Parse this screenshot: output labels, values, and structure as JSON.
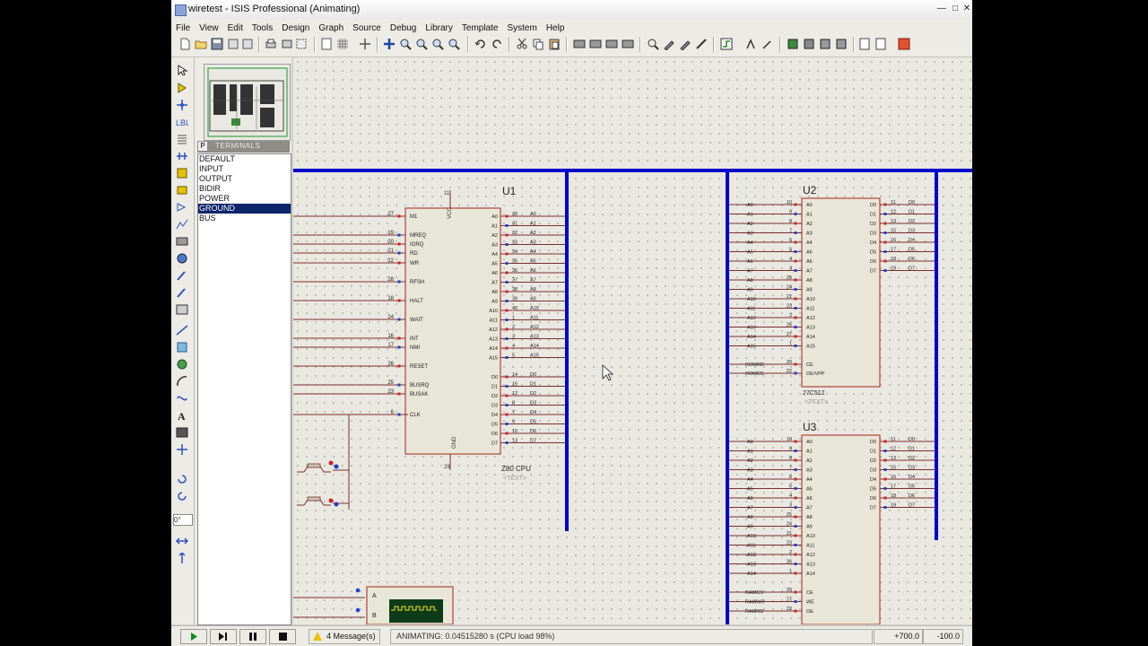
{
  "window": {
    "title": "wiretest - ISIS Professional (Animating)",
    "controls": [
      "minimize-icon",
      "maximize-icon",
      "close-icon"
    ]
  },
  "menu": [
    "File",
    "View",
    "Edit",
    "Tools",
    "Design",
    "Graph",
    "Source",
    "Debug",
    "Library",
    "Template",
    "System",
    "Help"
  ],
  "panel": {
    "mode_button": "P",
    "header": "TERMINALS",
    "items": [
      "DEFAULT",
      "INPUT",
      "OUTPUT",
      "BIDIR",
      "POWER",
      "GROUND",
      "BUS"
    ],
    "selected": "GROUND",
    "rotation_value": "0°"
  },
  "schematic": {
    "u1": {
      "ref": "U1",
      "part": "Z80 CPU",
      "text": "<TEXT>",
      "vcc_label": "VCC",
      "gnd_label": "GND",
      "vcc_pin": "11",
      "gnd_pin": "29",
      "left_pins": [
        {
          "num": "27",
          "name": "M1"
        },
        {
          "num": "19",
          "name": "MREQ"
        },
        {
          "num": "20",
          "name": "IORQ"
        },
        {
          "num": "21",
          "name": "RD"
        },
        {
          "num": "22",
          "name": "WR"
        },
        {
          "num": "28",
          "name": "RFSH"
        },
        {
          "num": "18",
          "name": "HALT"
        },
        {
          "num": "24",
          "name": "WAIT"
        },
        {
          "num": "16",
          "name": "INT"
        },
        {
          "num": "17",
          "name": "NMI"
        },
        {
          "num": "26",
          "name": "RESET"
        },
        {
          "num": "25",
          "name": "BUSRQ"
        },
        {
          "num": "23",
          "name": "BUSAK"
        },
        {
          "num": "6",
          "name": "CLK"
        }
      ],
      "addr_pins": [
        {
          "num": "30",
          "name": "A0"
        },
        {
          "num": "31",
          "name": "A1"
        },
        {
          "num": "32",
          "name": "A2"
        },
        {
          "num": "33",
          "name": "A3"
        },
        {
          "num": "34",
          "name": "A4"
        },
        {
          "num": "35",
          "name": "A5"
        },
        {
          "num": "36",
          "name": "A6"
        },
        {
          "num": "37",
          "name": "A7"
        },
        {
          "num": "38",
          "name": "A8"
        },
        {
          "num": "39",
          "name": "A9"
        },
        {
          "num": "40",
          "name": "A10"
        },
        {
          "num": "1",
          "name": "A11"
        },
        {
          "num": "2",
          "name": "A12"
        },
        {
          "num": "3",
          "name": "A13"
        },
        {
          "num": "4",
          "name": "A14"
        },
        {
          "num": "5",
          "name": "A15"
        }
      ],
      "data_pins": [
        {
          "num": "14",
          "name": "D0"
        },
        {
          "num": "15",
          "name": "D1"
        },
        {
          "num": "12",
          "name": "D2"
        },
        {
          "num": "8",
          "name": "D3"
        },
        {
          "num": "7",
          "name": "D4"
        },
        {
          "num": "9",
          "name": "D5"
        },
        {
          "num": "10",
          "name": "D6"
        },
        {
          "num": "13",
          "name": "D7"
        }
      ]
    },
    "u2": {
      "ref": "U2",
      "part": "27C512",
      "text": "<TEXT>",
      "addr_pins": [
        {
          "num": "10",
          "name": "A0"
        },
        {
          "num": "9",
          "name": "A1"
        },
        {
          "num": "8",
          "name": "A2"
        },
        {
          "num": "7",
          "name": "A3"
        },
        {
          "num": "6",
          "name": "A4"
        },
        {
          "num": "5",
          "name": "A5"
        },
        {
          "num": "4",
          "name": "A6"
        },
        {
          "num": "3",
          "name": "A7"
        },
        {
          "num": "25",
          "name": "A8"
        },
        {
          "num": "24",
          "name": "A9"
        },
        {
          "num": "21",
          "name": "A10"
        },
        {
          "num": "23",
          "name": "A11"
        },
        {
          "num": "2",
          "name": "A12"
        },
        {
          "num": "26",
          "name": "A13"
        },
        {
          "num": "27",
          "name": "A14"
        },
        {
          "num": "1",
          "name": "A15"
        }
      ],
      "ctrl_pins": [
        {
          "num": "20",
          "name": "CE",
          "net": "ROMRD"
        },
        {
          "num": "22",
          "name": "OE/VPP",
          "net": "ROMCS"
        }
      ],
      "data_pins": [
        {
          "num": "11",
          "name": "D0"
        },
        {
          "num": "12",
          "name": "D1"
        },
        {
          "num": "13",
          "name": "D2"
        },
        {
          "num": "15",
          "name": "D3"
        },
        {
          "num": "16",
          "name": "D4"
        },
        {
          "num": "17",
          "name": "D5"
        },
        {
          "num": "18",
          "name": "D6"
        },
        {
          "num": "19",
          "name": "D7"
        }
      ]
    },
    "u3": {
      "ref": "U3",
      "addr_pins": [
        {
          "num": "10",
          "name": "A0"
        },
        {
          "num": "9",
          "name": "A1"
        },
        {
          "num": "8",
          "name": "A2"
        },
        {
          "num": "7",
          "name": "A3"
        },
        {
          "num": "6",
          "name": "A4"
        },
        {
          "num": "5",
          "name": "A5"
        },
        {
          "num": "4",
          "name": "A6"
        },
        {
          "num": "3",
          "name": "A7"
        },
        {
          "num": "25",
          "name": "A8"
        },
        {
          "num": "24",
          "name": "A9"
        },
        {
          "num": "21",
          "name": "A10"
        },
        {
          "num": "23",
          "name": "A11"
        },
        {
          "num": "2",
          "name": "A12"
        },
        {
          "num": "26",
          "name": "A13"
        },
        {
          "num": "1",
          "name": "A14"
        }
      ],
      "ctrl_pins": [
        {
          "num": "20",
          "name": "CE",
          "net": "RAMCS"
        },
        {
          "num": "27",
          "name": "WE",
          "net": "RAMWR"
        },
        {
          "num": "22",
          "name": "OE",
          "net": "RAMRD"
        }
      ],
      "data_pins": [
        {
          "num": "11",
          "name": "D0"
        },
        {
          "num": "12",
          "name": "D1"
        },
        {
          "num": "13",
          "name": "D2"
        },
        {
          "num": "15",
          "name": "D3"
        },
        {
          "num": "16",
          "name": "D4"
        },
        {
          "num": "17",
          "name": "D5"
        },
        {
          "num": "18",
          "name": "D6"
        },
        {
          "num": "19",
          "name": "D7"
        }
      ]
    },
    "scope": {
      "ch_a": "A",
      "ch_b": "B"
    }
  },
  "status": {
    "messages": "4 Message(s)",
    "animation": "ANIMATING: 0.04515280 s (CPU load 98%)",
    "x": "+700.0",
    "y": "-100.0"
  },
  "colors": {
    "bus": "#0000cc",
    "wire": "#7a2f2f",
    "component_fill": "#e8e6d6",
    "component_border": "#b3433f",
    "pin_red": "#d62020",
    "pin_blue": "#2040d0",
    "selection": "#0a246a",
    "scope_screen": "#0d3b1a",
    "scope_trace": "#f3e41a"
  }
}
